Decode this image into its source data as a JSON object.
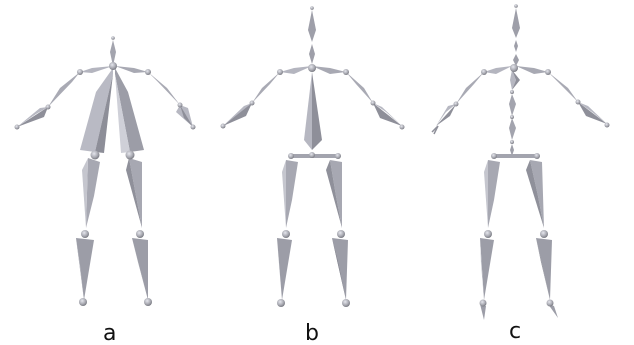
{
  "figure": {
    "panels": [
      {
        "id": "panel-a",
        "label": "a"
      },
      {
        "id": "panel-b",
        "label": "b"
      },
      {
        "id": "panel-c",
        "label": "c"
      }
    ],
    "colors": {
      "background": "#ffffff",
      "bone_light": "#c4c5cf",
      "bone_mid": "#9fa0aa",
      "bone_dark": "#75767f",
      "joint": "#a7a8b0"
    }
  }
}
